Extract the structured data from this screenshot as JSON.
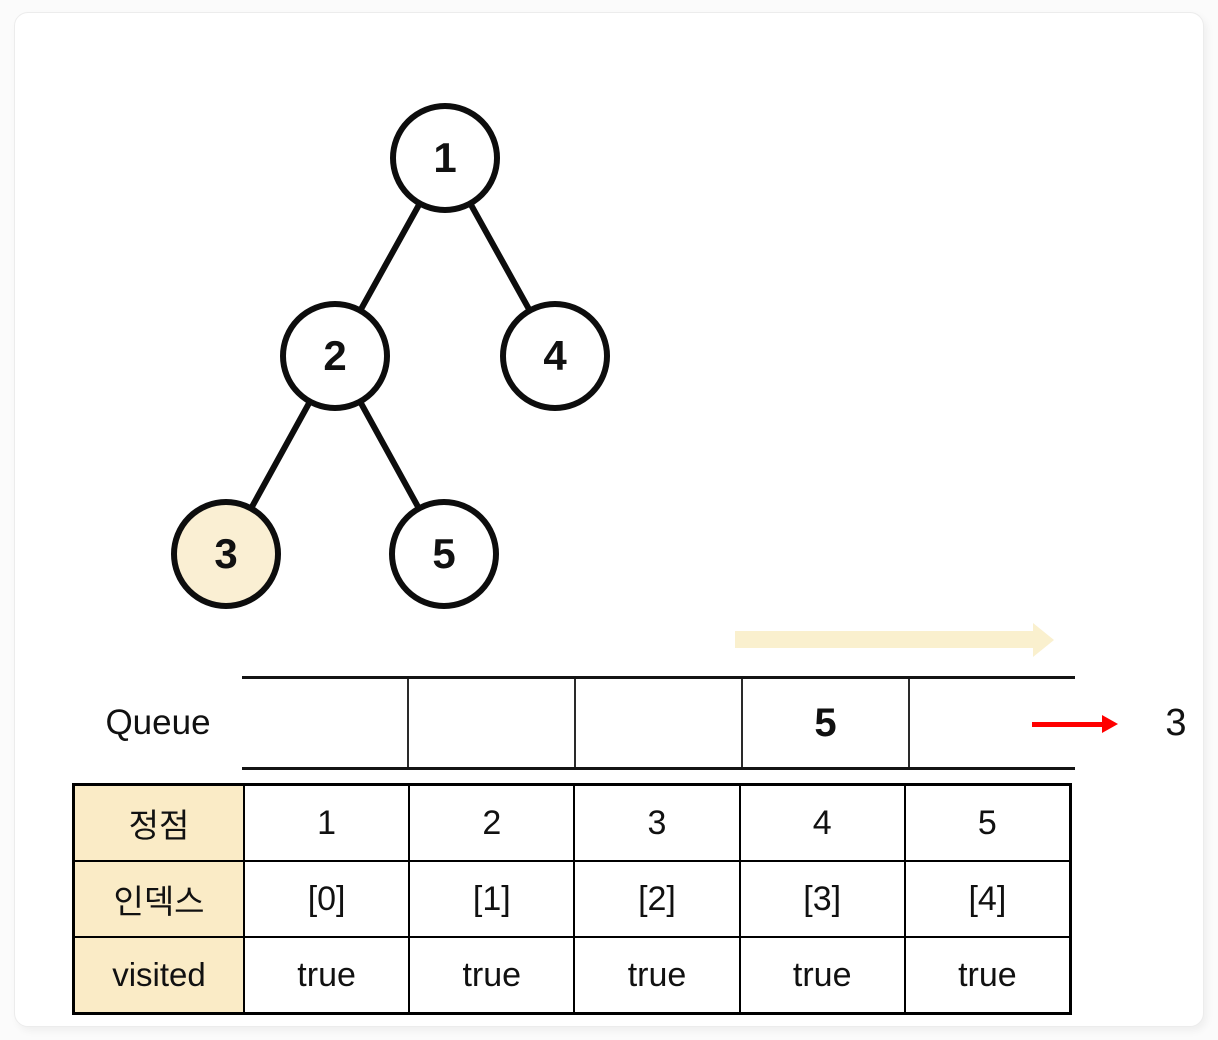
{
  "diagram": {
    "topic": "bfs-binary-tree-traversal-step",
    "highlighted_node": "3",
    "colors": {
      "node_highlight_fill": "#FAEFD3",
      "table_header_fill": "#FAEBC6",
      "flow_arrow_fill": "#FAF0CE",
      "dequeue_arrow_fill": "#FF0000",
      "line_color": "#0D0D0D"
    }
  },
  "tree": {
    "nodes": [
      {
        "label": "1",
        "highlighted": false
      },
      {
        "label": "2",
        "highlighted": false
      },
      {
        "label": "3",
        "highlighted": true
      },
      {
        "label": "4",
        "highlighted": false
      },
      {
        "label": "5",
        "highlighted": false
      }
    ],
    "edges": [
      [
        "1",
        "2"
      ],
      [
        "1",
        "4"
      ],
      [
        "2",
        "3"
      ],
      [
        "2",
        "5"
      ]
    ]
  },
  "queue": {
    "label": "Queue",
    "cells": [
      "",
      "",
      "",
      "5",
      ""
    ],
    "dequeued_value": "3"
  },
  "visited_table": {
    "rows": [
      {
        "header": "정점",
        "values": [
          "1",
          "2",
          "3",
          "4",
          "5"
        ]
      },
      {
        "header": "인덱스",
        "values": [
          "[0]",
          "[1]",
          "[2]",
          "[3]",
          "[4]"
        ]
      },
      {
        "header": "visited",
        "values": [
          "true",
          "true",
          "true",
          "true",
          "true"
        ]
      }
    ]
  }
}
